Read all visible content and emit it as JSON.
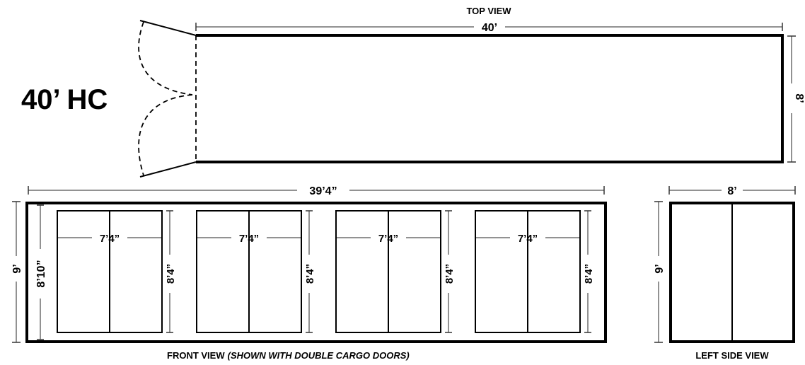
{
  "title": "40’ HC",
  "colors": {
    "outline": "#000000",
    "dimension_line": "#6e6e6e",
    "background": "#ffffff"
  },
  "top_view": {
    "label": "TOP VIEW",
    "length": "40’",
    "width": "8’"
  },
  "front_view": {
    "label": "FRONT VIEW",
    "label_note": "(SHOWN WITH DOUBLE CARGO DOORS)",
    "overall_length": "39’4”",
    "outer_height": "9’",
    "inner_height": "8’10”",
    "doors": [
      {
        "width": "7’4”",
        "height": "8’4”"
      },
      {
        "width": "7’4”",
        "height": "8’4”"
      },
      {
        "width": "7’4”",
        "height": "8’4”"
      },
      {
        "width": "7’4”",
        "height": "8’4”"
      }
    ]
  },
  "left_side_view": {
    "label": "LEFT SIDE VIEW",
    "width": "8’",
    "height": "9’"
  }
}
